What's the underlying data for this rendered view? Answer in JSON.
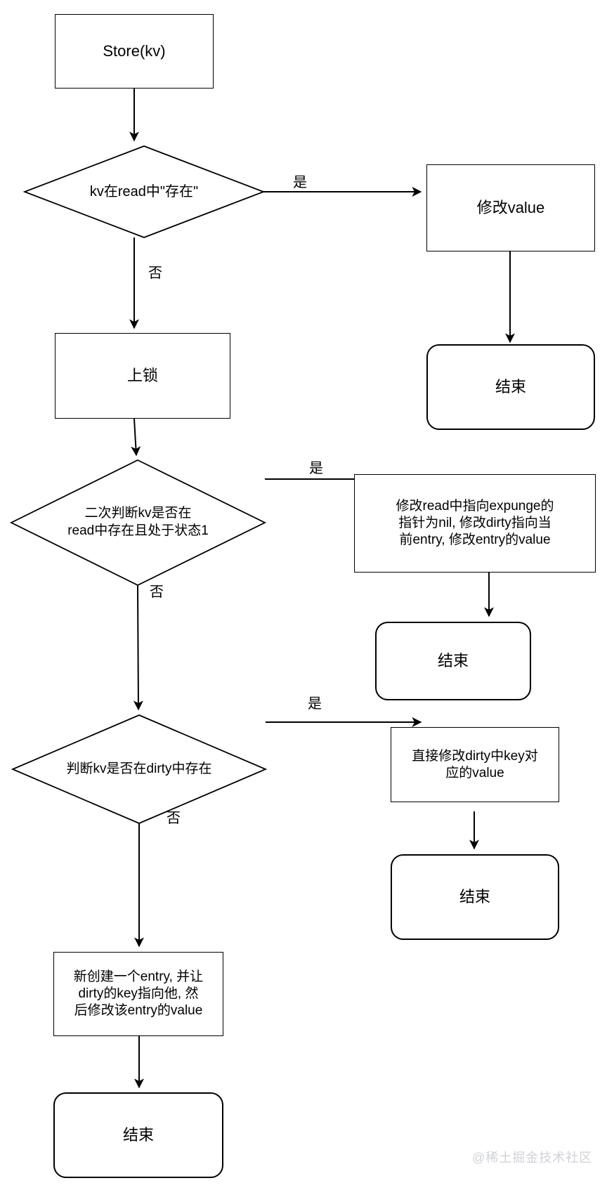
{
  "diagram": {
    "type": "flowchart",
    "title": "sync.Map Store(kv) flowchart",
    "background": "#ffffff",
    "stroke_color": "#000000",
    "text_color": "#000000",
    "watermark": "@稀土掘金技术社区",
    "watermark_color": "#d0d2d6"
  },
  "nodes": {
    "start": {
      "label": "Store(kv)",
      "shape": "process"
    },
    "decision_read": {
      "label": "kv在read中\"存在\"",
      "shape": "decision"
    },
    "modify_value": {
      "label": "修改value",
      "shape": "process"
    },
    "end_1": {
      "label": "结束",
      "shape": "terminator"
    },
    "lock": {
      "label": "上锁",
      "shape": "process"
    },
    "decision_read_second": {
      "label": "二次判断kv是否在\nread中存在且处于状态1",
      "shape": "decision"
    },
    "fix_expunge": {
      "label": "修改read中指向expunge的\n指针为nil, 修改dirty指向当\n前entry, 修改entry的value",
      "shape": "process"
    },
    "end_2": {
      "label": "结束",
      "shape": "terminator"
    },
    "decision_dirty": {
      "label": "判断kv是否在dirty中存在",
      "shape": "decision"
    },
    "modify_dirty_value": {
      "label": "直接修改dirty中key对\n应的value",
      "shape": "process"
    },
    "end_3": {
      "label": "结束",
      "shape": "terminator"
    },
    "new_entry": {
      "label": "新创建一个entry, 并让\ndirty的key指向他, 然\n后修改该entry的value",
      "shape": "process"
    },
    "end_4": {
      "label": "结束",
      "shape": "terminator"
    }
  },
  "edge_labels": {
    "yes_1": "是",
    "no_1": "否",
    "yes_2": "是",
    "no_2": "否",
    "yes_3": "是",
    "no_3": "否"
  }
}
